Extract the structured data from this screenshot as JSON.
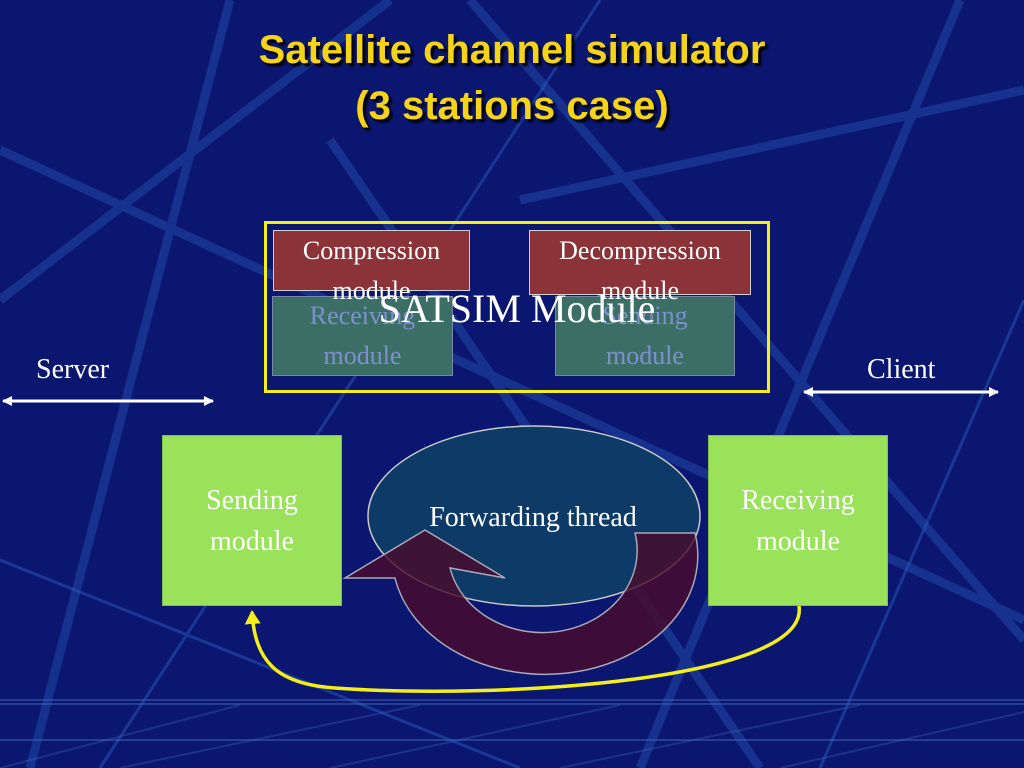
{
  "title": {
    "line1": "Satellite channel simulator",
    "line2": "(3 stations case)"
  },
  "satsim": {
    "label": "SATSIM Module",
    "receiving_module": "Receiving\nmodule",
    "sending_module": "Sending\nmodule",
    "compression_module": "Compression\nmodule",
    "decompression_module": "Decompression\nmodule"
  },
  "server": {
    "label": "Server"
  },
  "client": {
    "label": "Client"
  },
  "sending_module": "Sending\nmodule",
  "receiving_module": "Receiving\nmodule",
  "forwarding_thread": "Forwarding thread",
  "colors": {
    "background": "#0b1670",
    "title": "#f5d317",
    "frame": "#f4ef1a",
    "green_box": "#99e25a",
    "red_box": "#8b3338",
    "ellipse": "#0d3a66",
    "cycle_arrow": "#4a0a2a"
  }
}
